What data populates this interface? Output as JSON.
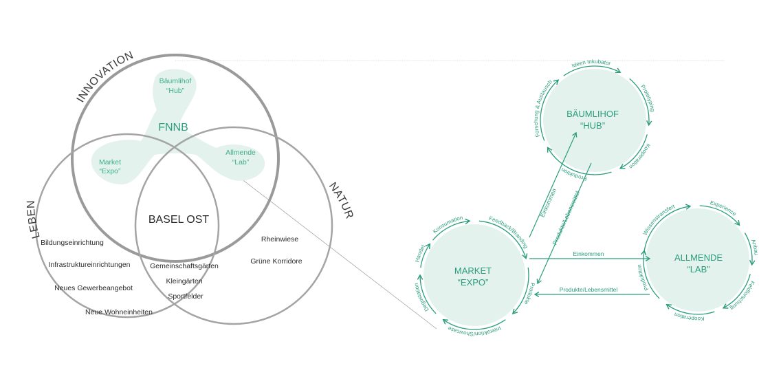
{
  "venn": {
    "set_labels": {
      "innovation": "INNOVATION",
      "leben": "LEBEN",
      "natur": "NATUR"
    },
    "center": "BASEL OST",
    "fnnb": "FNNB",
    "blob_labels": {
      "hub": [
        "Bäumlihof",
        "“Hub”"
      ],
      "expo": [
        "Market",
        "“Expo”"
      ],
      "lab": [
        "Allmende",
        "“Lab”"
      ]
    },
    "leben_items": [
      "Bildungseinrichtung",
      "Infrastruktureinrichtungen",
      "Neues Gewerbeangebot",
      "Neue Wohneinheiten"
    ],
    "overlap_items": [
      "Gemeinschaftsgärten",
      "Kleingärten",
      "Sportfelder"
    ],
    "natur_items": [
      "Rheinwiese",
      "Grüne Korridore"
    ]
  },
  "network": {
    "hub": {
      "line1": "BÄUMLIHOF",
      "line2": "“HUB”"
    },
    "expo": {
      "line1": "MARKET",
      "line2": "“EXPO”"
    },
    "lab": {
      "line1": "ALLMENDE",
      "line2": "“LAB”"
    },
    "hub_cycle": [
      "Ideen Inkubator",
      "Prototyping",
      "Kooperation",
      "Produktion",
      "Forschung & Austausch"
    ],
    "expo_cycle": [
      "Konsumation",
      "Feedback/Branding",
      "Produkte",
      "Interaktion/Showcase",
      "Degustation",
      "Handel"
    ],
    "lab_cycle": [
      "Wissenstransfert",
      "Experience",
      "Anbau",
      "Feldforschung",
      "Kooperation",
      "Produktion"
    ],
    "links": {
      "expo_to_hub": "Einkommen",
      "hub_to_expo": "Produkte/Lebensmittel",
      "expo_to_lab": "Einkommen",
      "lab_to_expo": "Produkte/Lebensmittel"
    }
  },
  "colors": {
    "accent": "#2a9d7c",
    "fill": "#e3f2ec",
    "circle_grey": "#9a9a9a"
  }
}
